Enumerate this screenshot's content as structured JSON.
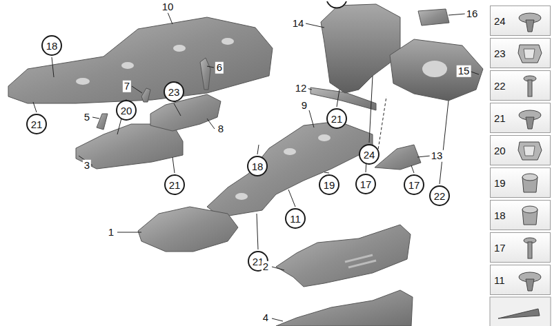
{
  "diagram": {
    "nodes": [
      {
        "text": [
          "18"
        ]
      },
      {
        "text": [
          "23"
        ]
      },
      {
        "text": [
          "20"
        ]
      },
      {
        "text": [
          "21"
        ]
      },
      {
        "text": [
          "21"
        ]
      },
      {
        "text": [
          "24"
        ]
      },
      {
        "text": [
          "18"
        ]
      },
      {
        "text": [
          "21"
        ]
      },
      {
        "text": [
          "17"
        ]
      },
      {
        "text": [
          "19"
        ]
      },
      {
        "text": [
          "17"
        ]
      },
      {
        "text": [
          "22"
        ]
      },
      {
        "text": [
          "11"
        ]
      },
      {
        "text": [
          "21"
        ]
      }
    ],
    "edges": [],
    "labels": [
      "10",
      "16",
      "14",
      "15",
      "6",
      "7",
      "12",
      "9",
      "5",
      "8",
      "13",
      "3",
      "1",
      "2",
      "4"
    ],
    "legend": [
      {
        "text": "24"
      },
      {
        "text": "23"
      },
      {
        "text": "22"
      },
      {
        "text": "21"
      },
      {
        "text": "20"
      },
      {
        "text": "19"
      },
      {
        "text": "18"
      },
      {
        "text": "17"
      },
      {
        "text": "11"
      }
    ]
  }
}
